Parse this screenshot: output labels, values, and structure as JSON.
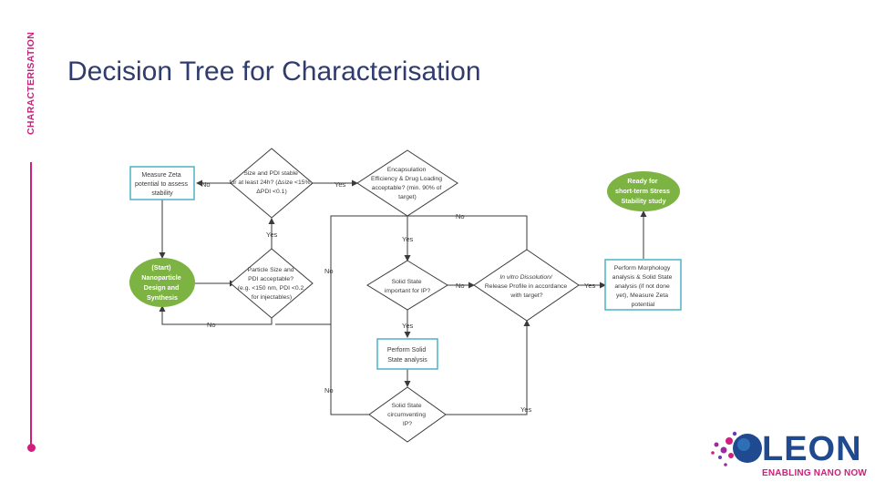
{
  "sidebar": {
    "label": "CHARACTERISATION"
  },
  "header": {
    "title": "Decision Tree for Characterisation"
  },
  "nodes": {
    "measure_zeta": [
      "Measure Zeta",
      "potential to assess",
      "stability"
    ],
    "size_pdi_stable": [
      "Size and PDI stable",
      "for at least 24h? (Δsize <15%,",
      "ΔPDI <0.1)"
    ],
    "encapsulation": [
      "Encapsulation",
      "Efficiency & Drug Loading",
      "acceptable? (min. 90% of",
      "target)"
    ],
    "ready": [
      "Ready for",
      "short-term Stress",
      "Stability study"
    ],
    "start": [
      "(Start)",
      "Nanoparticle",
      "Design and",
      "Synthesis"
    ],
    "particle_size": [
      "Particle Size and",
      "PDI acceptable?",
      "(e.g. <150 nm, PDI <0.2",
      "for injectables)"
    ],
    "solid_state_important": [
      "Solid State",
      "important for IP?"
    ],
    "dissolution": [
      "In vitro Dissolution/",
      "Release Profile in accordance",
      "with target?"
    ],
    "morphology": [
      "Perform Morphology",
      "analysis & Solid State",
      "analysis (if not done",
      "yet), Measure Zeta",
      "potential"
    ],
    "perform_solid_state": [
      "Perform Solid",
      "State analysis"
    ],
    "circumventing": [
      "Solid State",
      "circumventing",
      "IP?"
    ]
  },
  "edge_labels": {
    "yes": "Yes",
    "no": "No"
  },
  "colors": {
    "green": "#7cb342",
    "teal": "#4bb3c6",
    "dark": "#3a3a3a",
    "accent": "#d11e7c",
    "brand": "#1f4a8f"
  },
  "logo": {
    "word": "LEON",
    "tagline": "ENABLING NANO NOW"
  }
}
